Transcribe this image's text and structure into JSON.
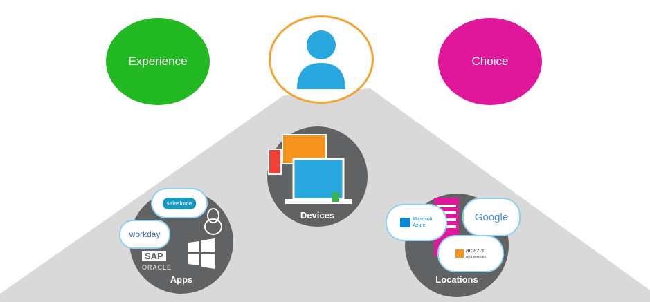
{
  "top": {
    "experience": "Experience",
    "choice": "Choice"
  },
  "hubs": {
    "devices": "Devices",
    "apps": "Apps",
    "locations": "Locations"
  },
  "apps_logos": {
    "salesforce": "salesforce",
    "workday": "workday",
    "sap": "SAP",
    "oracle": "ORACLE"
  },
  "location_logos": {
    "azure_1": "Microsoft",
    "azure_2": "Azure",
    "google": "Google",
    "amazon_1": "amazon",
    "amazon_2": "web services"
  },
  "colors": {
    "experience": "#22b922",
    "choice": "#e0179a",
    "user": "#29a8e0",
    "ring": "#f5a22f",
    "triangle": "#d9d9d9",
    "hub": "#616264"
  }
}
